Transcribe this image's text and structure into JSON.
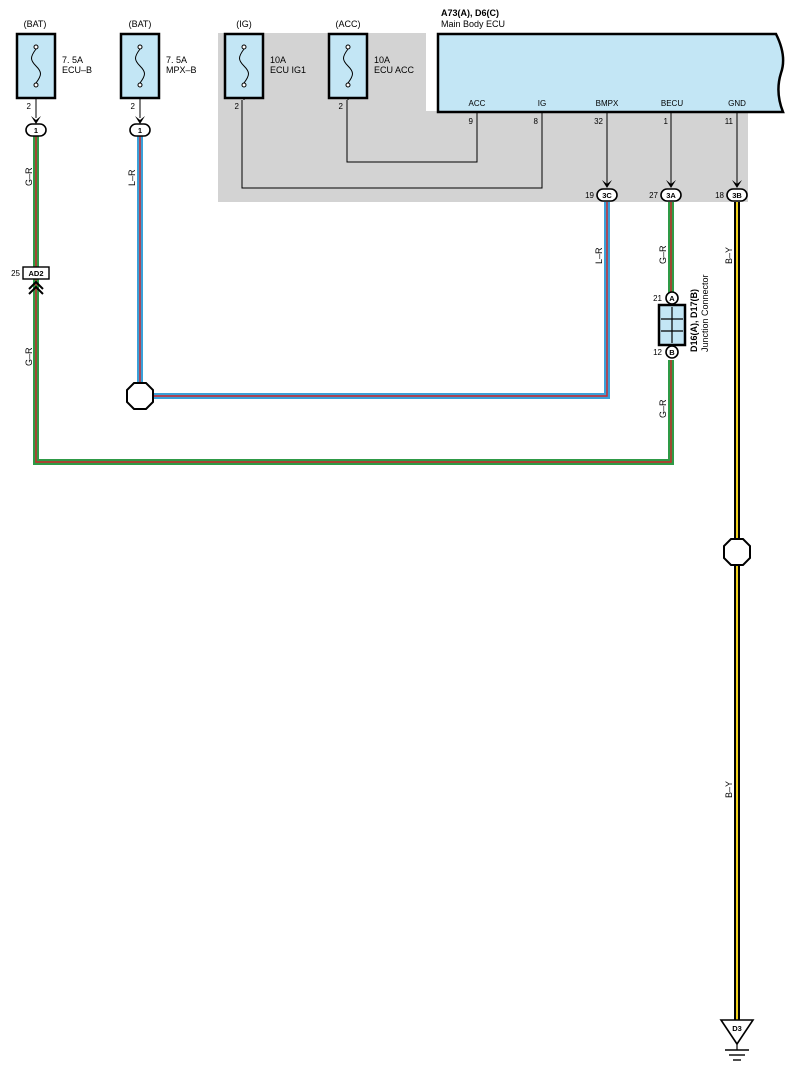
{
  "fuses": [
    {
      "source": "(BAT)",
      "rating": "7. 5A",
      "name": "ECU–B",
      "pin": "2",
      "connector": "1"
    },
    {
      "source": "(BAT)",
      "rating": "7. 5A",
      "name": "MPX–B",
      "pin": "2",
      "connector": "1"
    },
    {
      "source": "(IG)",
      "rating": "10A",
      "name": "ECU IG1",
      "pin": "2"
    },
    {
      "source": "(ACC)",
      "rating": "10A",
      "name": "ECU ACC",
      "pin": "2"
    }
  ],
  "ecu": {
    "id": "A73(A), D6(C)",
    "name": "Main Body ECU",
    "terminals": [
      {
        "label": "ACC",
        "pin": "9"
      },
      {
        "label": "IG",
        "pin": "8"
      },
      {
        "label": "BMPX",
        "pin": "32"
      },
      {
        "label": "BECU",
        "pin": "1"
      },
      {
        "label": "GND",
        "pin": "11"
      }
    ],
    "connectors": [
      {
        "pin": "19",
        "id": "3C"
      },
      {
        "pin": "27",
        "id": "3A"
      },
      {
        "pin": "18",
        "id": "3B"
      }
    ]
  },
  "inline_connector": {
    "pin": "25",
    "id": "AD2"
  },
  "junction": {
    "id": "D16(A), D17(B)",
    "name": "Junction Connector",
    "pin_top": "21",
    "pin_top_id": "A",
    "pin_bottom": "12",
    "pin_bottom_id": "B"
  },
  "ground": {
    "id": "D3"
  },
  "wires": {
    "ecu_b_upper": "G–R",
    "ecu_b_lower": "G–R",
    "mpx_b": "L–R",
    "bmpx": "L–R",
    "becu_upper": "G–R",
    "becu_lower": "G–R",
    "gnd_upper": "B–Y",
    "gnd_lower": "B–Y"
  },
  "colors": {
    "ecu_fill": "#c3e6f5",
    "shaded_area": "#d3d3d3",
    "green": "#2e9a46",
    "red": "#d0262b",
    "blue": "#3aa0d8",
    "yellow": "#f2d21b",
    "black": "#000000"
  },
  "icons": [
    "fuse-icon",
    "ground-icon",
    "splice-point-icon"
  ]
}
